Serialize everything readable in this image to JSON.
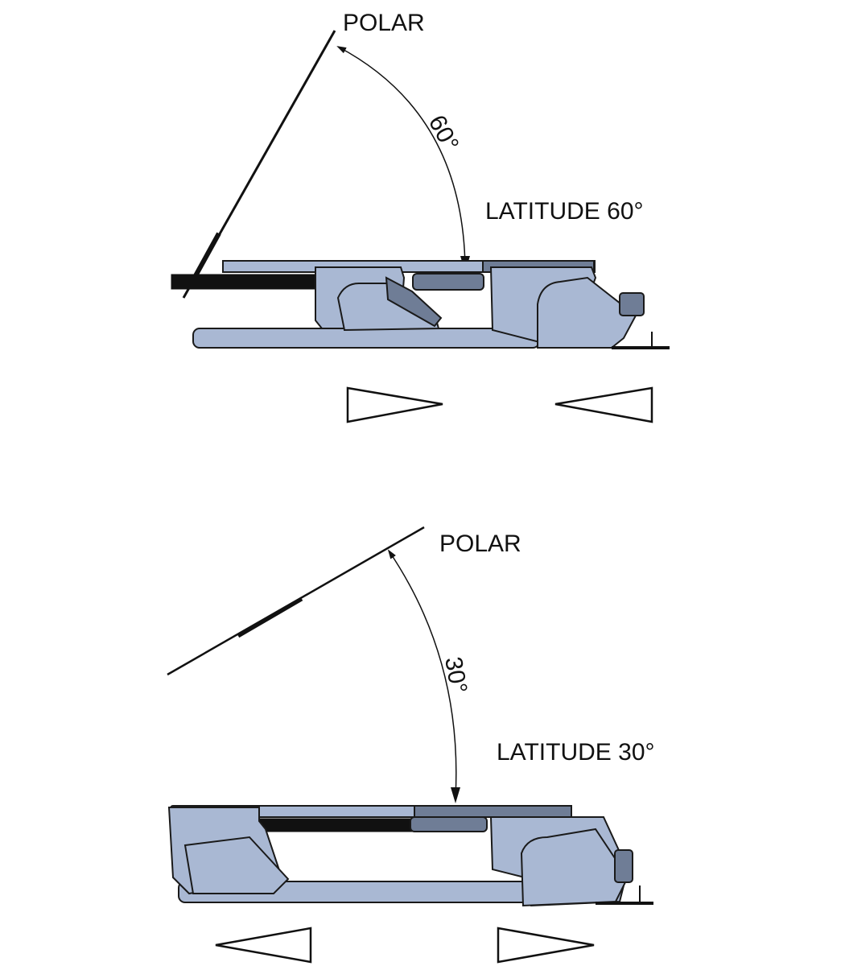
{
  "top_configuration": {
    "polar_label": "POLAR",
    "angle_label": "60°",
    "latitude_label": "LATITUDE 60°"
  },
  "bottom_configuration": {
    "polar_label": "POLAR",
    "angle_label": "30°",
    "latitude_label": "LATITUDE 30°"
  },
  "colors": {
    "mount_body": "#a9b8d3",
    "mount_dark": "#6f7d96",
    "line": "#111111"
  }
}
